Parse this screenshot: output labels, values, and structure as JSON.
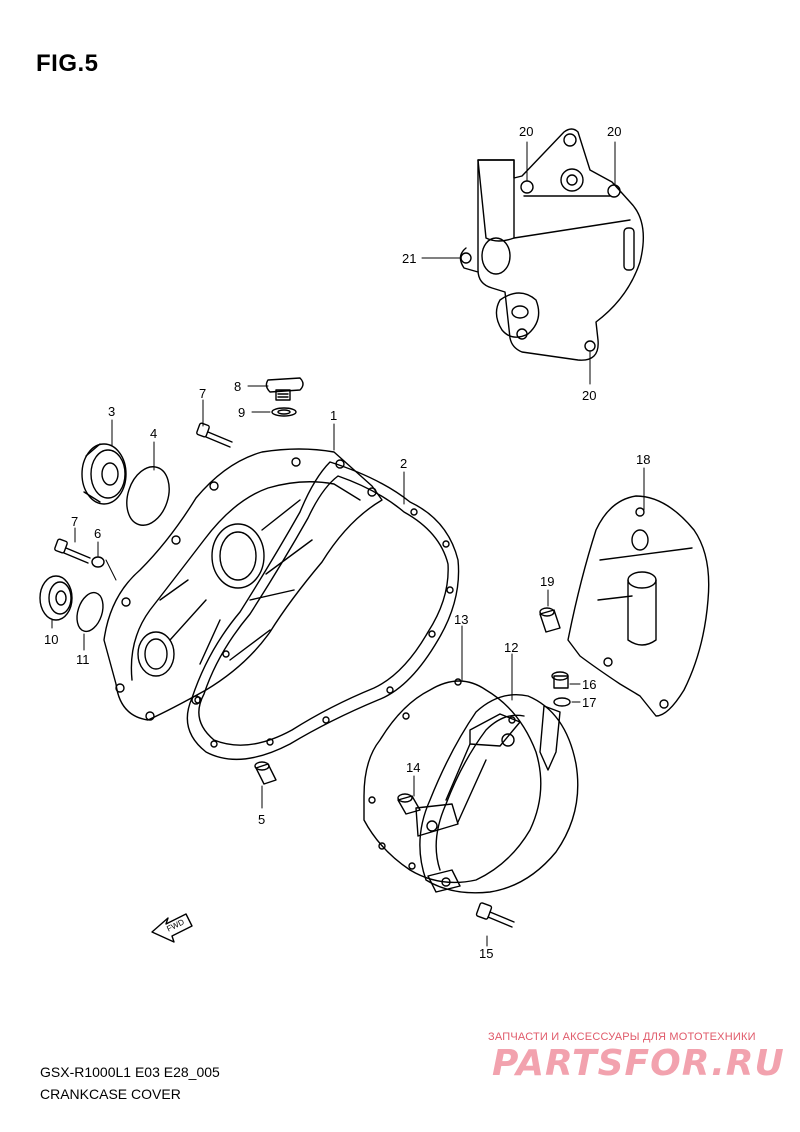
{
  "figure": {
    "title": "FIG.5",
    "model_code": "GSX-R1000L1 E03 E28_005",
    "section_name": "CRANKCASE COVER",
    "fwd_label": "FWD"
  },
  "callouts": [
    {
      "id": "1",
      "label": "1"
    },
    {
      "id": "2",
      "label": "2"
    },
    {
      "id": "3",
      "label": "3"
    },
    {
      "id": "4",
      "label": "4"
    },
    {
      "id": "5",
      "label": "5"
    },
    {
      "id": "6",
      "label": "6"
    },
    {
      "id": "7a",
      "label": "7"
    },
    {
      "id": "7b",
      "label": "7"
    },
    {
      "id": "8",
      "label": "8"
    },
    {
      "id": "9",
      "label": "9"
    },
    {
      "id": "10",
      "label": "10"
    },
    {
      "id": "11",
      "label": "11"
    },
    {
      "id": "12",
      "label": "12"
    },
    {
      "id": "13",
      "label": "13"
    },
    {
      "id": "14",
      "label": "14"
    },
    {
      "id": "15",
      "label": "15"
    },
    {
      "id": "16",
      "label": "16"
    },
    {
      "id": "17",
      "label": "17"
    },
    {
      "id": "18",
      "label": "18"
    },
    {
      "id": "19",
      "label": "19"
    },
    {
      "id": "20a",
      "label": "20"
    },
    {
      "id": "20b",
      "label": "20"
    },
    {
      "id": "20c",
      "label": "20"
    },
    {
      "id": "21",
      "label": "21"
    }
  ],
  "watermark": {
    "tagline": "ЗАПЧАСТИ И АКСЕССУАРЫ ДЛЯ МОТОТЕХНИКИ",
    "logo": "PARTSFOR.RU",
    "color_tagline": "#e05a6a",
    "color_logo": "#f2a2ae"
  },
  "colors": {
    "line": "#000000",
    "background": "#ffffff"
  }
}
